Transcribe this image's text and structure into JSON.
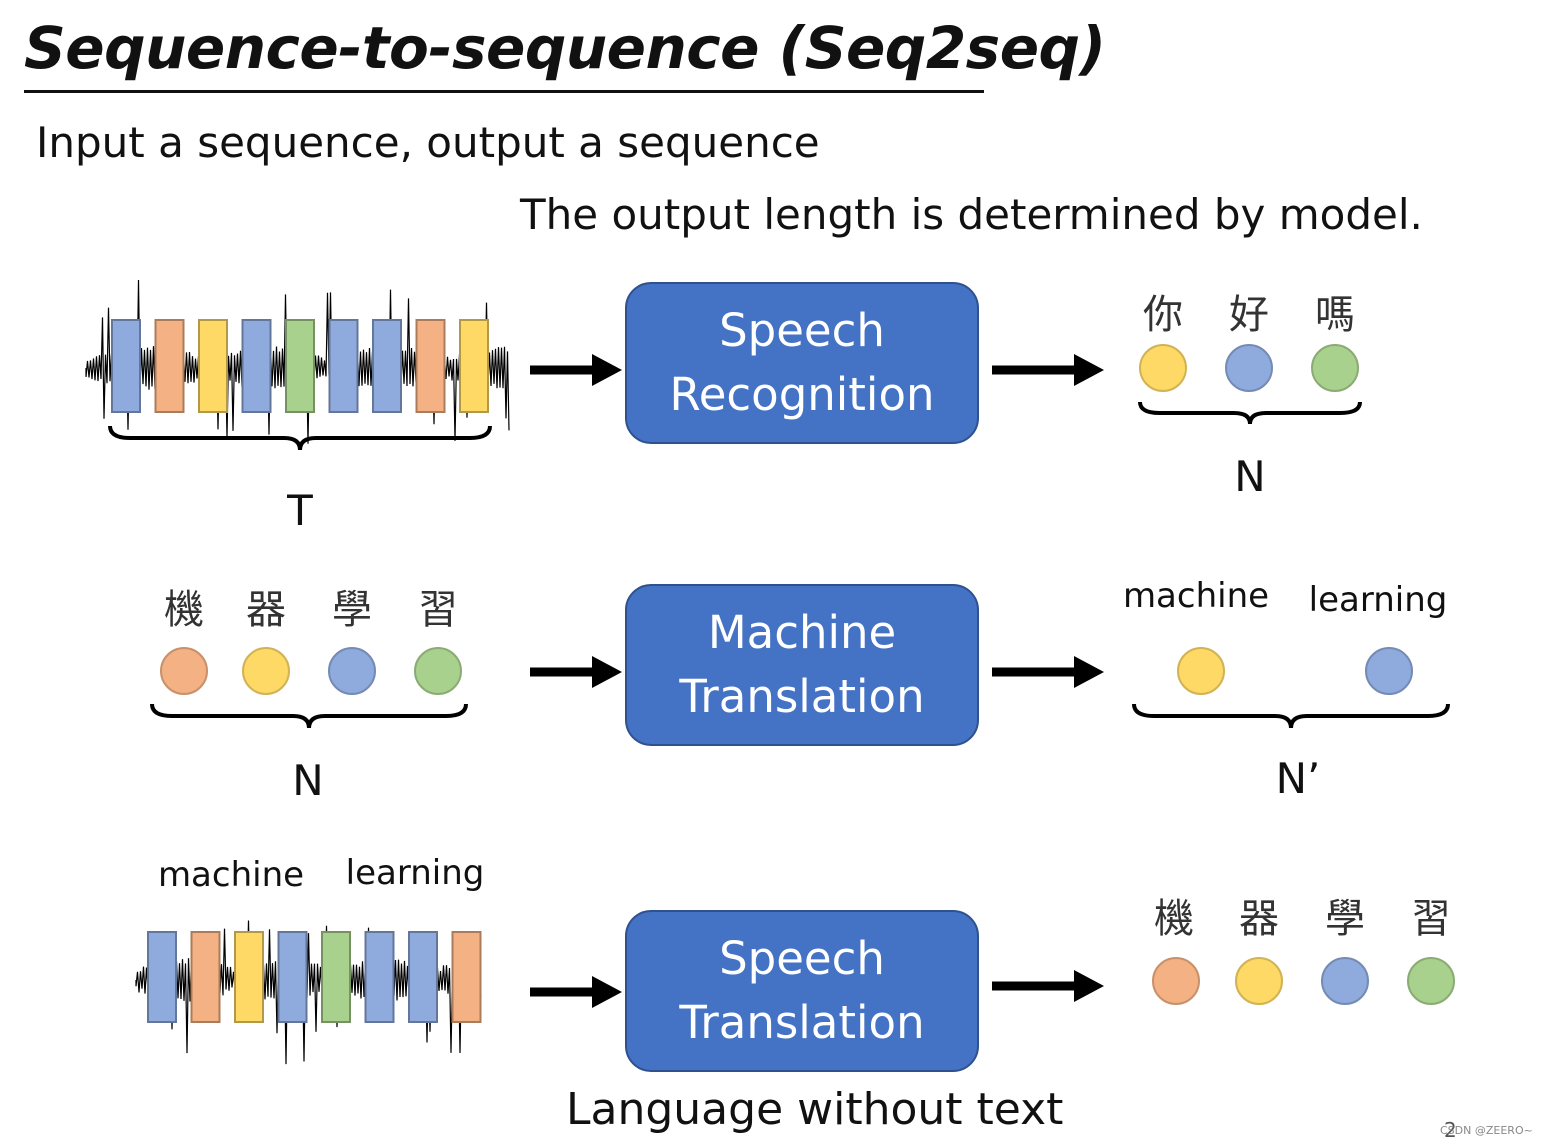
{
  "title": "Sequence-to-sequence (Seq2seq)",
  "subtitle": "Input a sequence, output a sequence",
  "note": "The output length is determined by model.",
  "colors": {
    "blue": "#8faadc",
    "orange": "#f4b183",
    "yellow": "#ffd966",
    "green": "#a9d18e",
    "box": "#4472c4",
    "box_border": "#2f528f"
  },
  "rows": [
    {
      "box_line1": "Speech",
      "box_line2": "Recognition",
      "input_frames": [
        "blue",
        "orange",
        "yellow",
        "blue",
        "green",
        "blue",
        "blue",
        "orange",
        "yellow"
      ],
      "input_length_label": "T",
      "output_chars": [
        "你",
        "好",
        "嗎"
      ],
      "output_circles": [
        "yellow",
        "blue",
        "green"
      ],
      "output_length_label": "N"
    },
    {
      "box_line1": "Machine",
      "box_line2": "Translation",
      "input_chars": [
        "機",
        "器",
        "學",
        "習"
      ],
      "input_circles": [
        "orange",
        "yellow",
        "blue",
        "green"
      ],
      "input_length_label": "N",
      "output_words": [
        "machine",
        "learning"
      ],
      "output_circles": [
        "yellow",
        "blue"
      ],
      "output_length_label": "N’"
    },
    {
      "box_line1": "Speech",
      "box_line2": "Translation",
      "input_words": [
        "machine",
        "learning"
      ],
      "input_frames": [
        "blue",
        "orange",
        "yellow",
        "blue",
        "green",
        "blue",
        "blue",
        "orange"
      ],
      "output_chars": [
        "機",
        "器",
        "學",
        "習"
      ],
      "output_circles": [
        "orange",
        "yellow",
        "blue",
        "green"
      ]
    }
  ],
  "caption": "Language without text",
  "page_number": "2",
  "watermark": "CSDN @ZEERO~"
}
